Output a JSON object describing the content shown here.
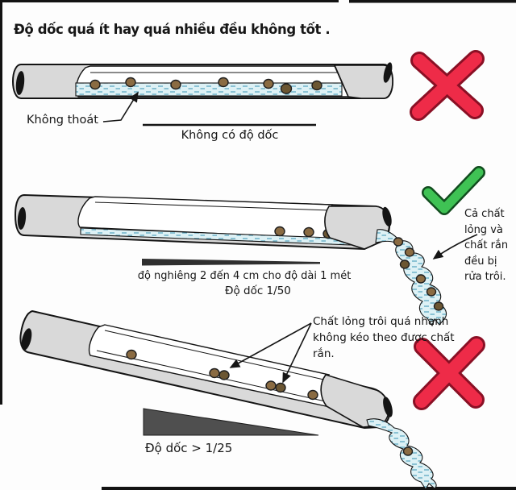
{
  "title": "Độ dốc quá ít hay quá nhiều đều không tốt .",
  "figure_no_slope": {
    "pointer_label": "Không thoát",
    "caption": "Không có độ dốc",
    "verdict_icon": "red-x-icon"
  },
  "figure_good_slope": {
    "caption_line1": "độ nghiêng 2 đến 4 cm cho độ dài 1 mét",
    "caption_line2": "Độ dốc 1/50",
    "stream_note": "Cả chất lỏng và chất rắn đều bị rửa trôi.",
    "verdict_icon": "green-check-icon"
  },
  "figure_steep_slope": {
    "note": "Chất lỏng trôi quá nhanh không kéo theo được chất rắn.",
    "caption": "Độ dốc > 1/25",
    "verdict_icon": "red-x-icon"
  },
  "colors": {
    "text": "#161616",
    "pipe_gray": "#d9d9d9",
    "pipe_outline": "#141414",
    "water_fill": "#ddf1f5",
    "water_dash": "#5ea9c2",
    "particle_brown": "#8a6b42",
    "particle_dark": "#6b5632",
    "red_x": "#ee2b48",
    "red_x_outline": "#8a1025",
    "green_check": "#3fc254",
    "green_check_outline": "#114d1e",
    "wedge_dark": "#2f2f2f",
    "triangle_gray": "#4f4f4f"
  }
}
